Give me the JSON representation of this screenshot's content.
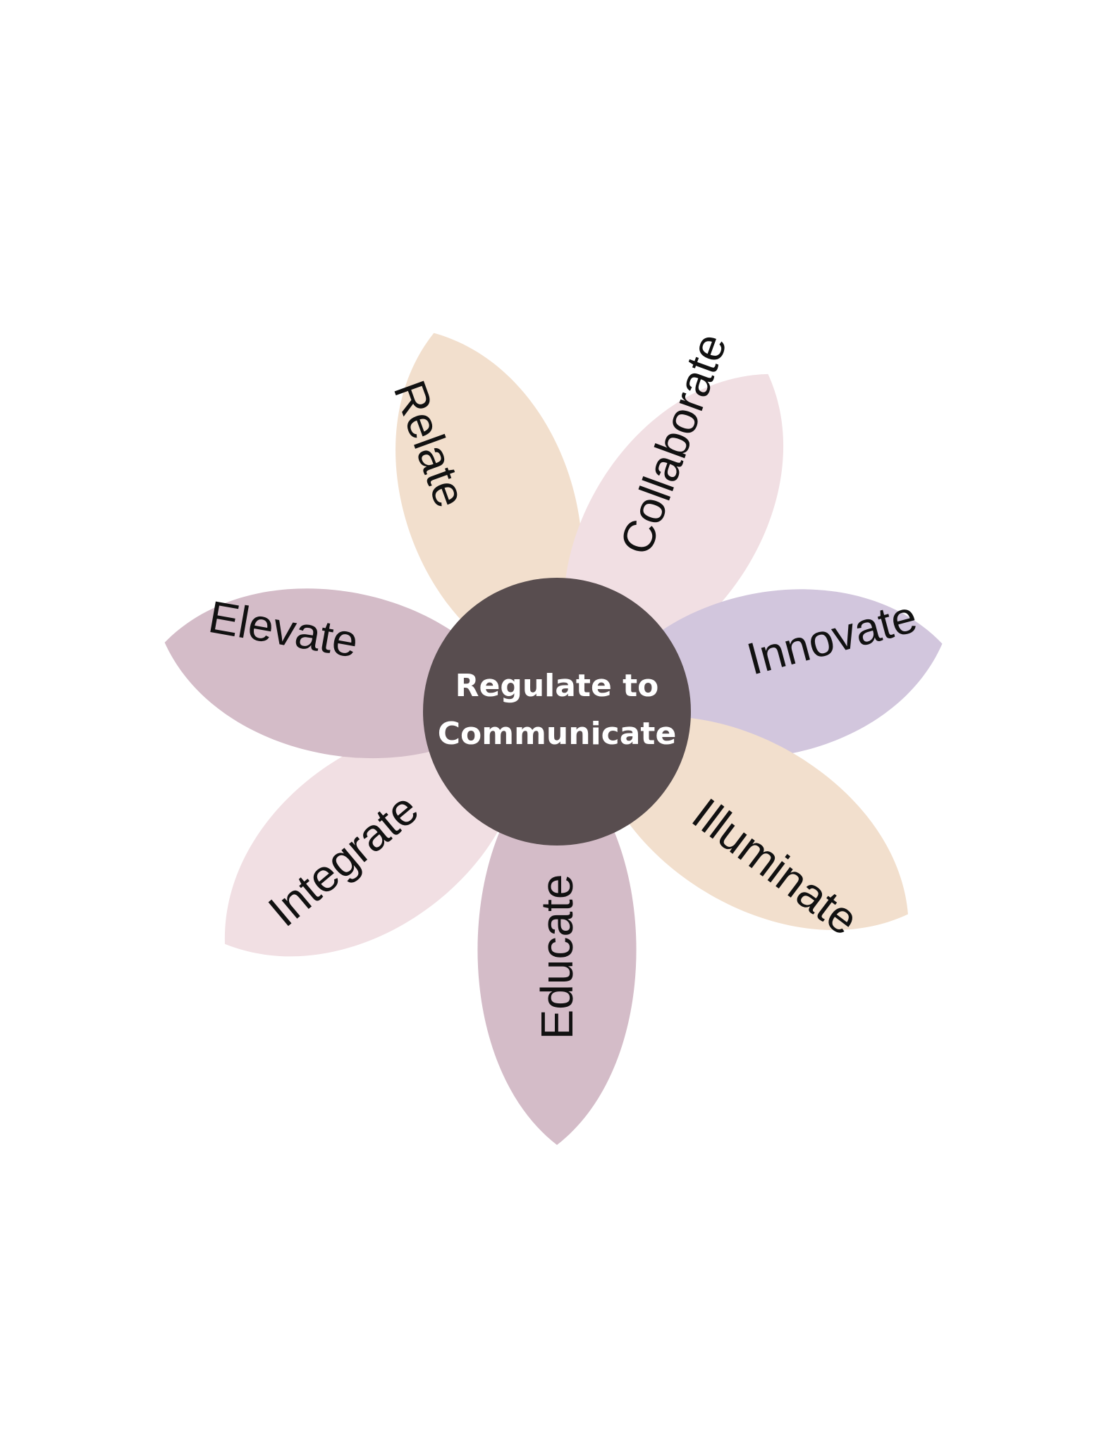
{
  "center": {
    "line1": "Regulate to",
    "line2": "Communicate",
    "color": "#584d4f"
  },
  "petals": [
    {
      "id": "relate",
      "label": "Relate",
      "color": "#f2dfcd"
    },
    {
      "id": "collaborate",
      "label": "Collaborate",
      "color": "#f1dfe3"
    },
    {
      "id": "innovate",
      "label": "Innovate",
      "color": "#d2c6dd"
    },
    {
      "id": "illuminate",
      "label": "Illuminate",
      "color": "#f2dfcd"
    },
    {
      "id": "educate",
      "label": "Educate",
      "color": "#d4bcc8"
    },
    {
      "id": "integrate",
      "label": "Integrate",
      "color": "#f1dfe3"
    },
    {
      "id": "elevate",
      "label": "Elevate",
      "color": "#d4bcc8"
    }
  ]
}
